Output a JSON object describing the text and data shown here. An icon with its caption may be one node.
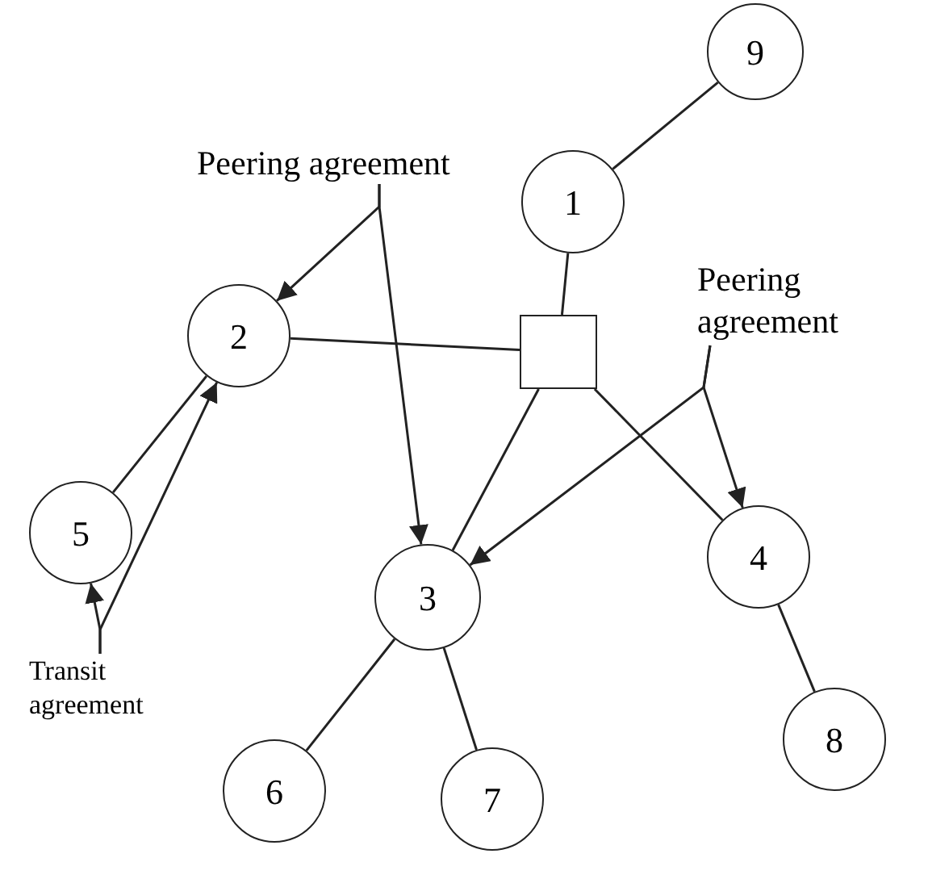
{
  "diagram": {
    "nodes": [
      {
        "text": [
          "9"
        ]
      },
      {
        "text": [
          "1"
        ]
      },
      {
        "text": [
          "Peering agreement"
        ]
      },
      {
        "text": [
          "Peering agreement"
        ]
      },
      {
        "text": [],
        "shape": "box"
      },
      {
        "text": [
          "2"
        ]
      },
      {
        "text": [
          "5"
        ]
      },
      {
        "text": [
          "3"
        ]
      },
      {
        "text": [
          "4"
        ]
      },
      {
        "text": [
          "Transit agreement"
        ]
      },
      {
        "text": [
          "6"
        ]
      },
      {
        "text": [
          "7"
        ]
      },
      {
        "text": [
          "8"
        ]
      }
    ],
    "edges": [
      {
        "from": 0,
        "to": 1,
        "arrow": "none"
      },
      {
        "from": 1,
        "to": 4,
        "arrow": "none"
      },
      {
        "from": 4,
        "to": 5,
        "arrow": "none"
      },
      {
        "from": 4,
        "to": 7,
        "arrow": "none"
      },
      {
        "from": 4,
        "to": 8,
        "arrow": "none"
      },
      {
        "from": 6,
        "to": 5,
        "arrow": "none"
      },
      {
        "from": 7,
        "to": 10,
        "arrow": "none"
      },
      {
        "from": 7,
        "to": 11,
        "arrow": "none"
      },
      {
        "from": 8,
        "to": 12,
        "arrow": "none"
      },
      {
        "from": 2,
        "to": 5,
        "arrow": "to"
      },
      {
        "from": 2,
        "to": 7,
        "arrow": "to"
      },
      {
        "from": 3,
        "to": 8,
        "arrow": "to"
      },
      {
        "from": 3,
        "to": 7,
        "arrow": "to"
      },
      {
        "from": 9,
        "to": 6,
        "arrow": "to"
      },
      {
        "from": 9,
        "to": 5,
        "arrow": "to"
      }
    ]
  }
}
